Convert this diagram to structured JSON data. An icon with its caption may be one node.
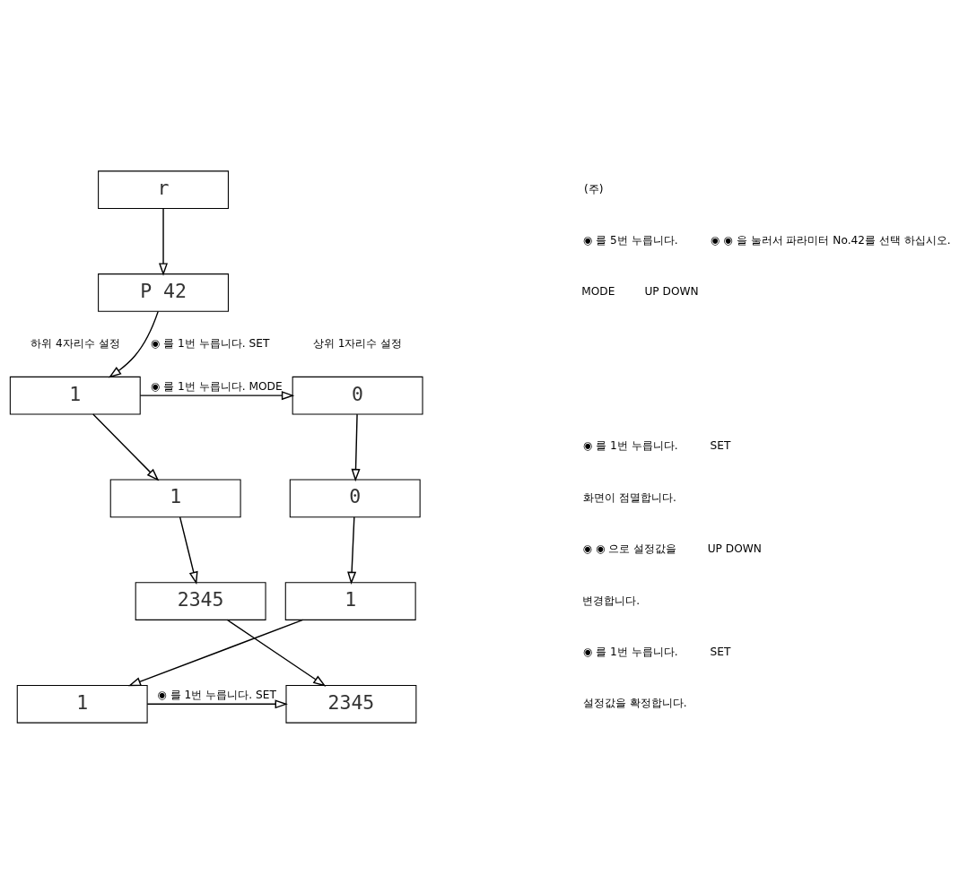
{
  "diagram": {
    "nodes": [
      {
        "text": [
          "r"
        ]
      },
      {
        "text": [
          "P 42"
        ]
      },
      {
        "text": [
          "0"
        ],
        "beside": [
          "상위 1자리수 설정"
        ]
      },
      {
        "text": [
          "0"
        ]
      },
      {
        "text": [
          "1"
        ]
      },
      {
        "text": [
          "1"
        ]
      },
      {
        "text": [
          "1"
        ],
        "beside": [
          "하위 4자리수 설정"
        ]
      },
      {
        "text": [
          "1"
        ]
      },
      {
        "text": [
          "2345"
        ]
      },
      {
        "text": [
          "2345"
        ]
      }
    ],
    "edges": [
      {
        "from": 0,
        "to": 1,
        "arrow": "to"
      },
      {
        "from": 1,
        "to": 6,
        "arrow": "to",
        "label": "◉ 를 1번 누릅니다. SET"
      },
      {
        "from": 6,
        "to": 2,
        "arrow": "to",
        "label": "◉ 를 1번 누릅니다. MODE"
      },
      {
        "from": 2,
        "to": 3,
        "arrow": "to"
      },
      {
        "from": 3,
        "to": 4,
        "arrow": "to"
      },
      {
        "from": 4,
        "to": 5,
        "arrow": "to"
      },
      {
        "from": 6,
        "to": 7,
        "arrow": "to"
      },
      {
        "from": 7,
        "to": 8,
        "arrow": "to"
      },
      {
        "from": 8,
        "to": 9,
        "arrow": "to"
      },
      {
        "from": 5,
        "to": 9,
        "arrow": "to",
        "label": "◉ 를 1번 누릅니다. SET"
      }
    ],
    "labels": [
      "(주)",
      "◉ 를 5번 누릅니다.",
      "MODE",
      "◉ ◉ 을 눌러서 파라미터 No.42를 선택 하십시오.",
      "UP DOWN",
      "◉ 를 1번 누릅니다.",
      "SET",
      "화면이 점멸합니다.",
      "◉ ◉ 으로 설정값을",
      "UP DOWN",
      "변경합니다.",
      "◉ 를 1번 누릅니다.",
      "SET",
      "설정값을 확정합니다."
    ]
  }
}
